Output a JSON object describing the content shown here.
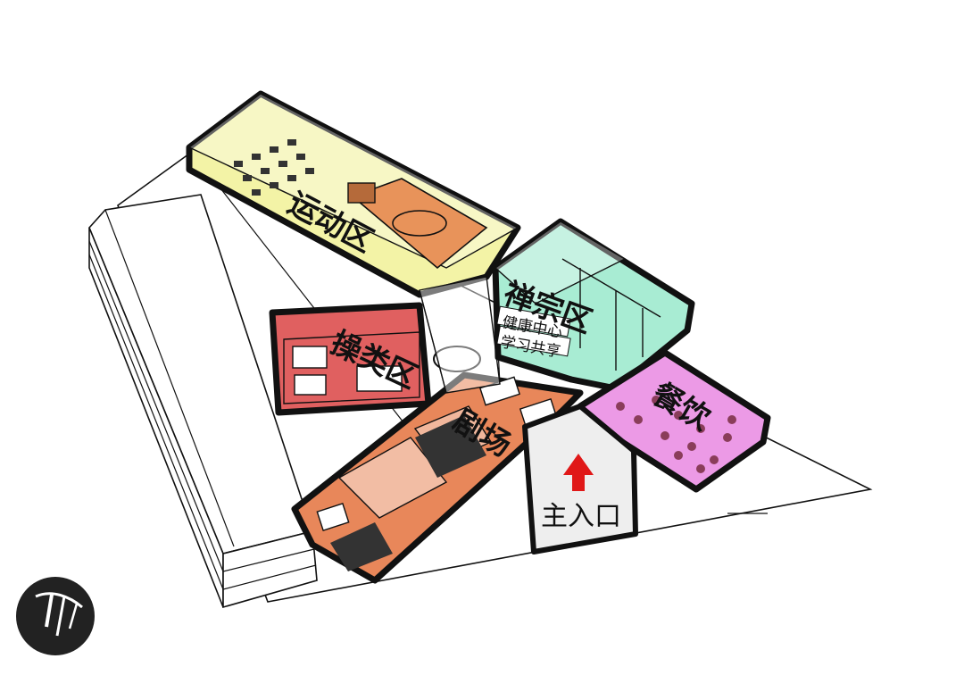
{
  "zones": {
    "sports": {
      "label": "运动区",
      "color": "#f3f3a6"
    },
    "zen": {
      "label": "禅宗区",
      "color": "#a8ecd3"
    },
    "health": {
      "label": "健康中心"
    },
    "study": {
      "label": "学习共享"
    },
    "practice": {
      "label": "操类区",
      "color": "#e06060"
    },
    "theater": {
      "label": "剧场",
      "color": "#e8875a"
    },
    "dining": {
      "label": "餐饮",
      "color": "#ec9ae6"
    }
  },
  "entrance": {
    "label": "主入口",
    "arrow_color": "#e01818"
  },
  "colors": {
    "outline": "#111111",
    "ground": "#ffffff",
    "entry_panel": "#eeeeee",
    "seating": "#333333"
  },
  "icons": {
    "logo": "brush-logo-icon"
  }
}
